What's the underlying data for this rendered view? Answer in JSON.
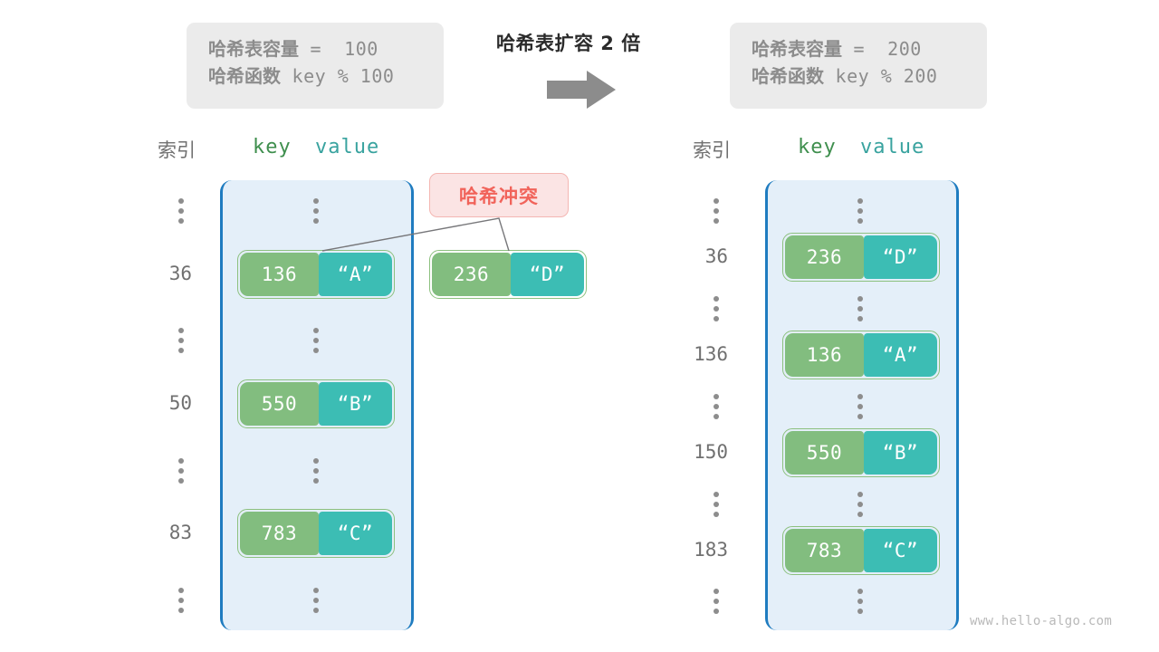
{
  "left_info": {
    "capacity_line": "哈希表容量 ＝ 100",
    "hash_line": "哈希函数 key % 100",
    "capacity_label": "哈希表容量",
    "capacity_value": "=  100",
    "hash_label": "哈希函数",
    "hash_value": "key % 100"
  },
  "right_info": {
    "capacity_label": "哈希表容量",
    "capacity_value": "=  200",
    "hash_label": "哈希函数",
    "hash_value": "key % 200"
  },
  "operation": {
    "title": "哈希表扩容 2 倍",
    "arrow_icon": "right-arrow-icon",
    "arrow_color": "#8c8c8c"
  },
  "left_table": {
    "header_index": "索引",
    "header_key": "key",
    "header_value": "value",
    "rows": [
      {
        "type": "ellipsis",
        "index": "⋮"
      },
      {
        "type": "entry",
        "index": "36",
        "key": "136",
        "value": "“A”"
      },
      {
        "type": "ellipsis",
        "index": "⋮"
      },
      {
        "type": "entry",
        "index": "50",
        "key": "550",
        "value": "“B”"
      },
      {
        "type": "ellipsis",
        "index": "⋮"
      },
      {
        "type": "entry",
        "index": "83",
        "key": "783",
        "value": "“C”"
      },
      {
        "type": "ellipsis",
        "index": "⋮"
      }
    ]
  },
  "right_table": {
    "header_index": "索引",
    "header_key": "key",
    "header_value": "value",
    "rows": [
      {
        "type": "ellipsis",
        "index": "⋮"
      },
      {
        "type": "entry",
        "index": "36",
        "key": "236",
        "value": "“D”"
      },
      {
        "type": "ellipsis",
        "index": "⋮"
      },
      {
        "type": "entry",
        "index": "136",
        "key": "136",
        "value": "“A”"
      },
      {
        "type": "ellipsis",
        "index": "⋮"
      },
      {
        "type": "entry",
        "index": "150",
        "key": "550",
        "value": "“B”"
      },
      {
        "type": "ellipsis",
        "index": "⋮"
      },
      {
        "type": "entry",
        "index": "183",
        "key": "783",
        "value": "“C”"
      },
      {
        "type": "ellipsis",
        "index": "⋮"
      }
    ]
  },
  "collision": {
    "badge_label": "哈希冲突",
    "entry": {
      "key": "236",
      "value": "“D”"
    }
  },
  "watermark": "www.hello-algo.com",
  "colors": {
    "key_cell": "#82bd7f",
    "value_cell": "#3cbdb4",
    "pair_border": "#8cc07e",
    "bucket_bg": "#e4eff9",
    "bucket_border": "#1f7cc0",
    "badge_bg": "#fbe4e4",
    "badge_text": "#f1635a",
    "info_bg": "#ebebeb",
    "muted_text": "#8c8c8c"
  }
}
